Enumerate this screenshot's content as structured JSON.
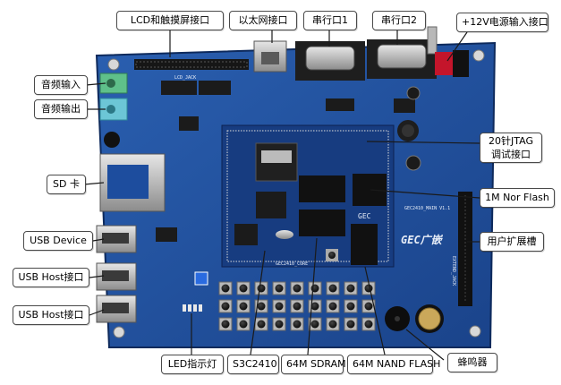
{
  "labels": {
    "lcd": "LCD和触摸屏接口",
    "ethernet": "以太网接口",
    "serial1": "串行口1",
    "serial2": "串行口2",
    "power": "+12V电源输入接口",
    "audio_in": "音频输入",
    "audio_out": "音频输出",
    "jtag": "20针JTAG\n调试接口",
    "sd": "SD 卡",
    "nor": "1M Nor Flash",
    "usb_device": "USB Device",
    "ext_slot": "用户扩展槽",
    "usb_host1": "USB Host接口",
    "usb_host2": "USB Host接口",
    "led": "LED指示灯",
    "cpu": "S3C2410",
    "sdram": "64M SDRAM",
    "nand": "64M NAND FLASH",
    "buzzer": "蜂鸣器"
  },
  "board": {
    "lcd_silk": "LCD_JACK",
    "main_silk": "GEC2410_MAIN V1.1",
    "gec_silk": "GEC",
    "core_silk": "GEC2410_CORE",
    "ext_silk": "EXTEND_JACK",
    "logo_silk": "GEC广嵌"
  },
  "colors": {
    "background": "#ffffff",
    "pcb": "#1f4f9c",
    "core_board": "#173c80",
    "silkscreen": "#e8eef8",
    "header_black": "#161616",
    "arrow": "#1a1a1a",
    "power_jack_red": "#c4152b"
  }
}
